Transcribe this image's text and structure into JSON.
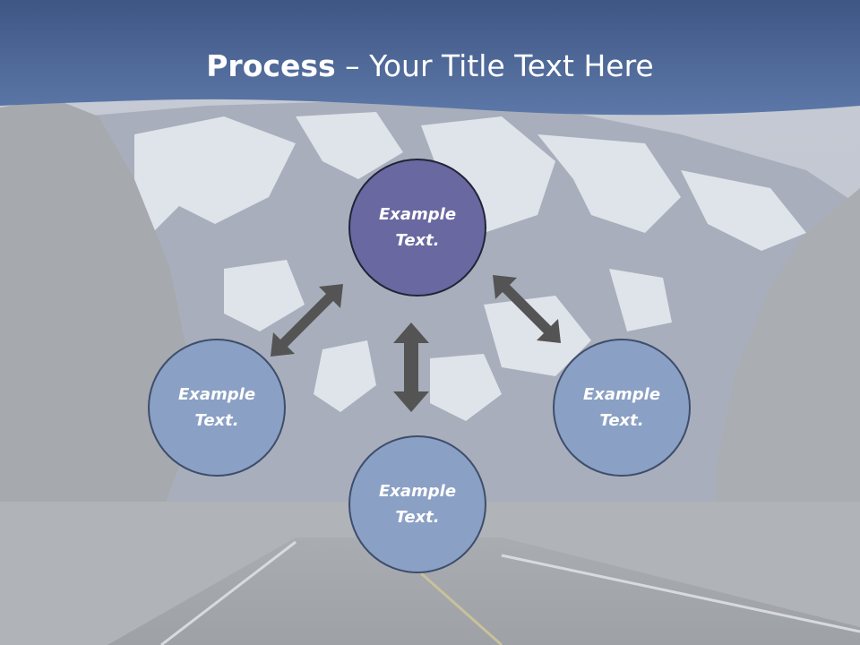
{
  "title": {
    "bold": "Process",
    "rest": " – Your Title Text Here"
  },
  "nodes": {
    "center": "Example\nText.",
    "left": "Example\nText.",
    "bottom": "Example\nText.",
    "right": "Example\nText."
  },
  "colors": {
    "title_bar": "#4f6a98",
    "center_circle": "#6a68a0",
    "outer_circle": "#8aa0c4",
    "arrow": "#545454"
  }
}
